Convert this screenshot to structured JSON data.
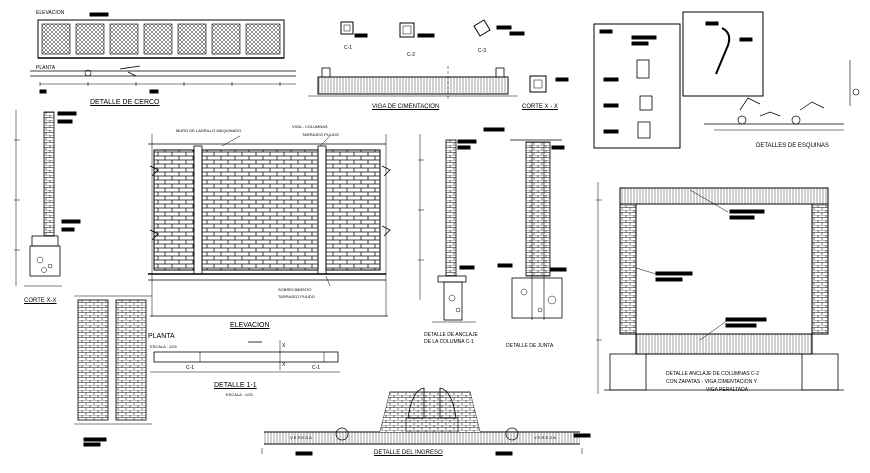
{
  "colors": {
    "ink": "#000000",
    "paper": "#ffffff",
    "hatch": "#5a5a5a"
  },
  "labels": {
    "elevacion_top": "ELEVACION",
    "planta_top": "PLANTA",
    "detalle_cerco": "DETALLE DE CERCO",
    "c1": "C-1",
    "c2": "C-2",
    "c3": "C-3",
    "viga_cimentacion": "VIGA DE CIMENTACION",
    "corte_xx_small": "CORTE X - X",
    "detalles_esquinas": "DETALLES DE ESQUINAS",
    "muro_ladrillo": "MURO DE LADRILLO MAQUINADO",
    "viga_columnas": "VIGA - COLUMNAS",
    "tarrajeo_pulido_top": "TARRAJEO PULIDO",
    "sobrecimiento": "SOBRECIMIENTO",
    "tarrajeo_pulido_bottom": "TARRAJEO PULIDO",
    "elevacion_mid": "ELEVACION",
    "corte_xx_left": "CORTE X-X",
    "planta_mid": "PLANTA",
    "escala_planta": "ESCALA : 1/25",
    "c1_left": "C-1",
    "c1_right": "C-1",
    "x_mark_top": "X",
    "x_mark_bottom": "X",
    "detalle_11": "DETALLE  1-1",
    "escala_11": "ESCALA : 1/25",
    "detalle_anclaje_l1": "DETALLE DE ANCLAJE",
    "detalle_anclaje_l2": "DE LA COLUMNA  C-1",
    "detalle_junta": "DETALLE DE JUNTA",
    "anclaje_c2_l1": "DETALLE  ANCLAJE DE COLUMNAS C-2",
    "anclaje_c2_l2": "CON ZAPATAS - VIGA CIMENTACION Y",
    "anclaje_c2_l3": "VIGA PERALTADA",
    "detalle_ingreso": "DETALLE DEL INGRESO",
    "vereda_left": "V E R E D A",
    "vereda_right": "V E R E D A"
  },
  "icons": [
    "gate-icon",
    "column-section-icon",
    "footing-icon",
    "corner-detail-icon"
  ]
}
